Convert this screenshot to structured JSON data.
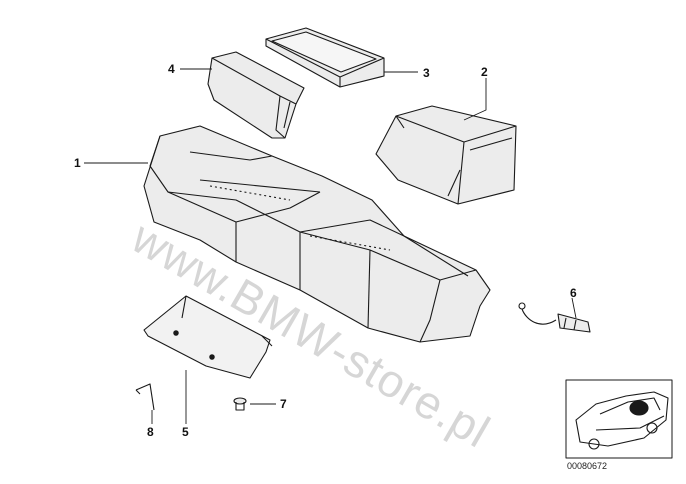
{
  "callouts": {
    "c1": "1",
    "c2": "2",
    "c3": "3",
    "c4": "4",
    "c5": "5",
    "c6": "6",
    "c7": "7",
    "c8": "8"
  },
  "watermark": "www.BMW-store.pl",
  "diagram_code": "00080672",
  "colors": {
    "line": "#1a1a1a",
    "part_fill": "#ececec",
    "part_shade": "#cfcfcf",
    "watermark": "#9a9a9a"
  }
}
